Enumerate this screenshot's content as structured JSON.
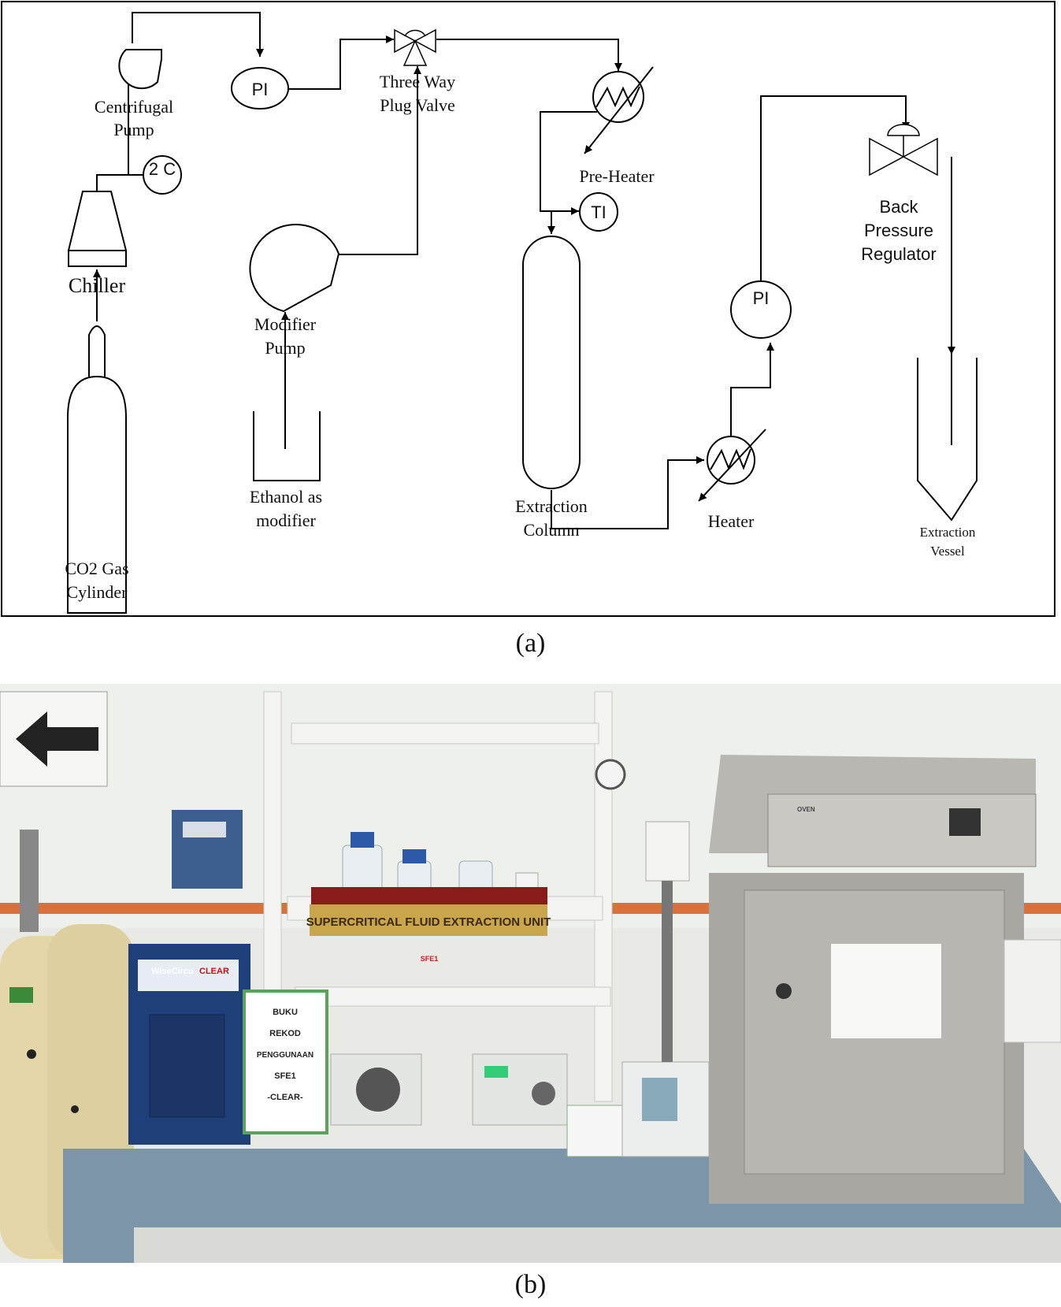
{
  "diagram": {
    "labels": {
      "centrifugal_pump": [
        "Centrifugal",
        "Pump"
      ],
      "pi_top": "PI",
      "three_way_valve": [
        "Three Way",
        "Plug Valve"
      ],
      "pre_heater": "Pre-Heater",
      "ti": "TI",
      "back_pressure_regulator": [
        "Back",
        "Pressure",
        "Regulator"
      ],
      "two_c": "2 C",
      "chiller": "Chiller",
      "modifier_pump": [
        "Modifier",
        "Pump"
      ],
      "pi_right": "PI",
      "ethanol": [
        "Ethanol as",
        "modifier"
      ],
      "extraction_column": [
        "Extraction",
        "Column"
      ],
      "heater": "Heater",
      "extraction_vessel": [
        "Extraction",
        "Vessel"
      ],
      "co2_cylinder": [
        "CO2 Gas",
        "Cylinder"
      ]
    }
  },
  "captions": {
    "a": "(a)",
    "b": "(b)"
  },
  "photo": {
    "banner": "SUPERCRITICAL FLUID EXTRACTION UNIT",
    "chiller_brand": "WiseCircu",
    "chiller_tag": "CLEAR",
    "record_sign": [
      "BUKU",
      "REKOD",
      "PENGGUNAAN",
      "SFE1",
      "-CLEAR-"
    ],
    "shelf_tag": "SFE1",
    "oven_tag": "OVEN"
  }
}
